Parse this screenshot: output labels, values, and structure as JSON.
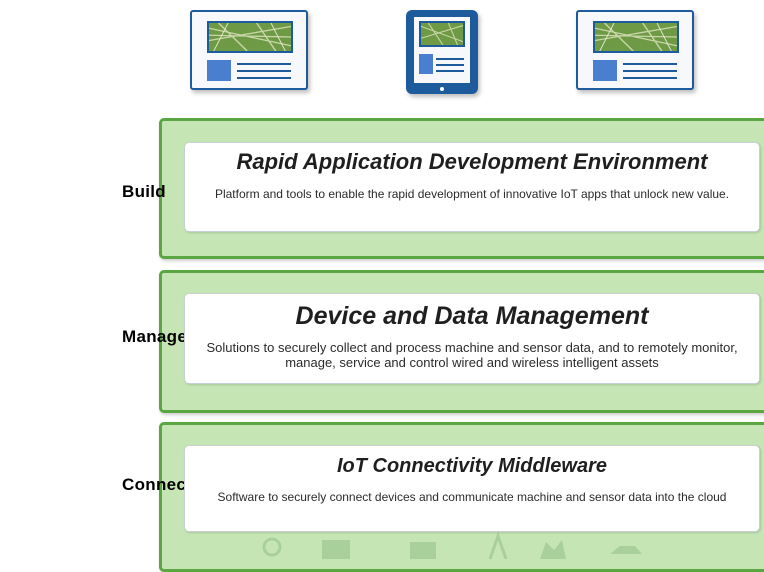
{
  "devices": [
    {
      "type": "desktop-monitor",
      "icon": "monitor-icon"
    },
    {
      "type": "tablet",
      "icon": "tablet-icon"
    },
    {
      "type": "desktop-monitor",
      "icon": "monitor-icon"
    }
  ],
  "colors": {
    "layer_fill": "#c5e6b4",
    "layer_border": "#5aa641",
    "device_blue": "#1e5b9c",
    "device_accent": "#4a7fd0"
  },
  "layers": {
    "build": {
      "label": "Build",
      "title": "Rapid Application Development Environment",
      "description": "Platform and tools to enable the rapid development of innovative IoT apps that unlock new value."
    },
    "manage": {
      "label": "Manage",
      "title": "Device and Data Management",
      "description": "Solutions to securely collect and process machine and sensor data, and to remotely monitor, manage, service and control wired and wireless intelligent assets"
    },
    "connect": {
      "label": "Connect",
      "title": "IoT Connectivity Middleware",
      "description": "Software to securely connect devices and communicate machine and sensor data into the cloud"
    }
  }
}
